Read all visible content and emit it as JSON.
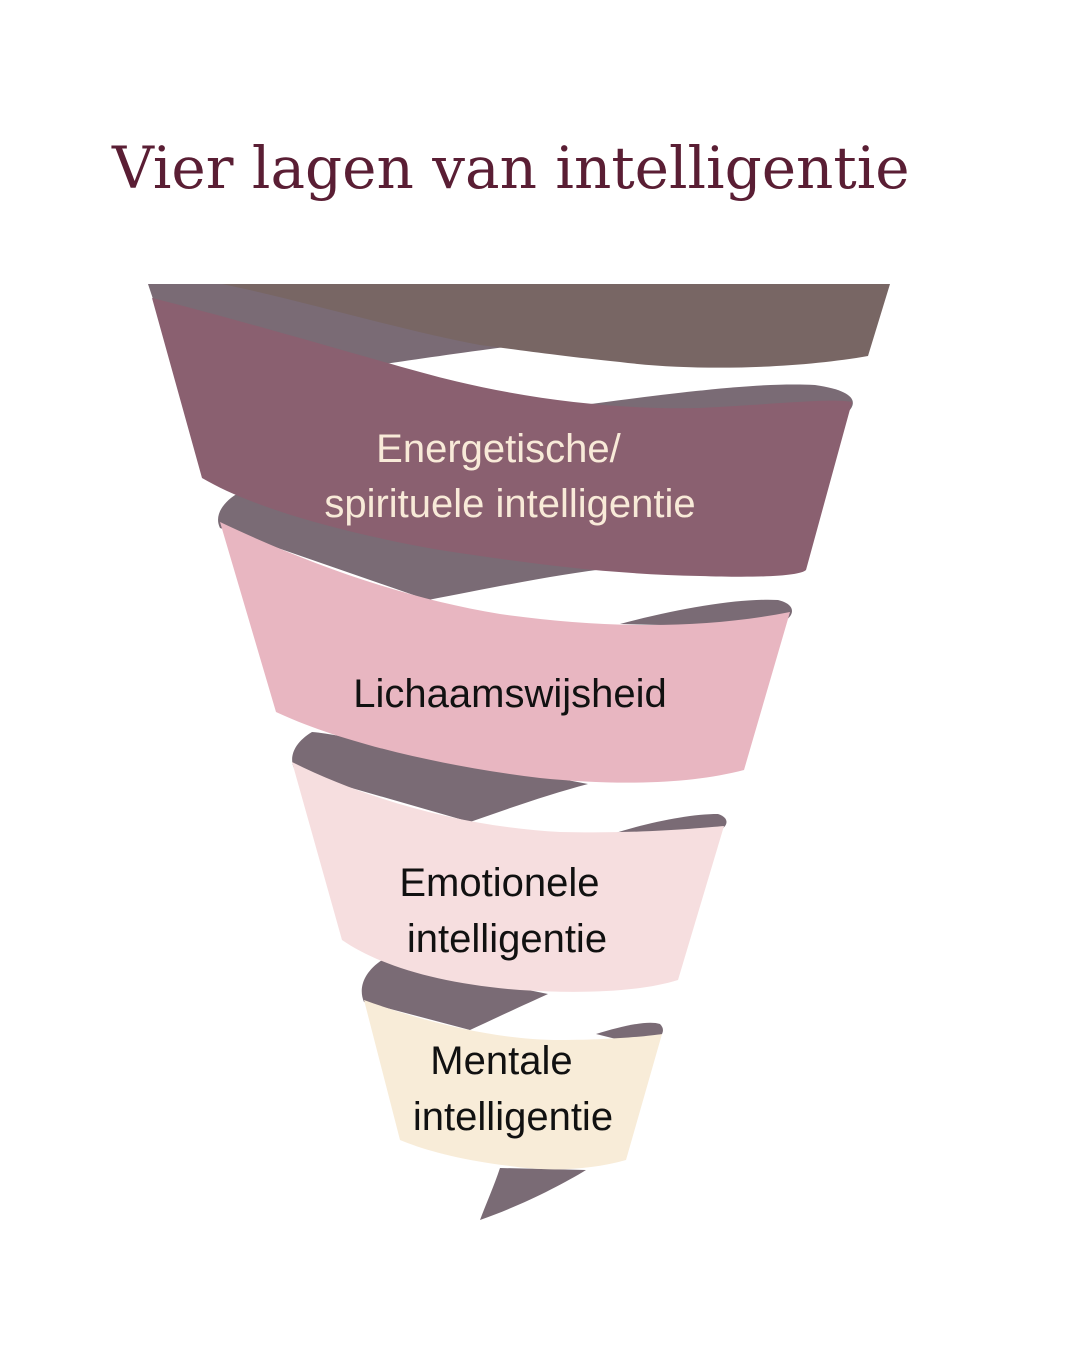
{
  "title": "Vier lagen van intelligentie",
  "layers": [
    {
      "lines": [
        "Energetische/",
        "spirituele intelligentie"
      ]
    },
    {
      "lines": [
        "Lichaamswijsheid"
      ]
    },
    {
      "lines": [
        "Emotionele",
        "intelligentie"
      ]
    },
    {
      "lines": [
        "Mentale",
        "intelligentie"
      ]
    }
  ],
  "colors": {
    "title": "#5a1e34",
    "shadow": "#7a6b75",
    "top_band": "#786664",
    "layer_1": "#8a6070",
    "layer_2": "#e8b6c1",
    "layer_3": "#f6dedf",
    "layer_4": "#f8ecd8",
    "label_light": "#f8ead8",
    "label_dark": "#111111"
  }
}
